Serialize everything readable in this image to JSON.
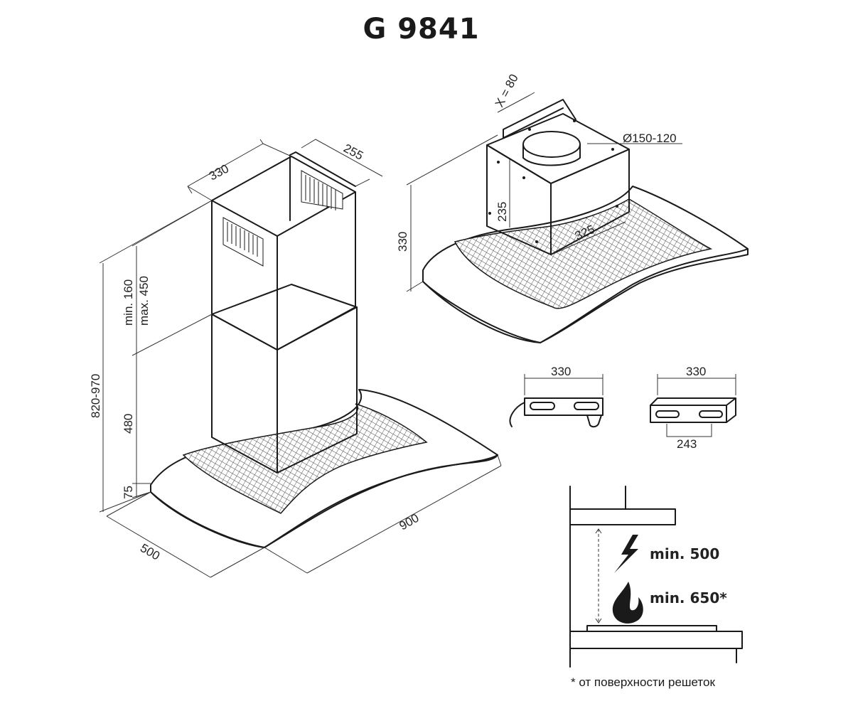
{
  "title": "G 9841",
  "footnote": "* от поверхности решеток",
  "main_view": {
    "duct_width": "330",
    "duct_depth": "255",
    "telescope_range": "min. 160",
    "telescope_max": "max. 450",
    "total_height": "820-970",
    "lower_duct_height": "480",
    "canopy_height": "75",
    "depth": "500",
    "width": "900"
  },
  "motor_view": {
    "offset": "X = 80",
    "outlet_diameter": "Ø150-120",
    "motor_height": "235",
    "total_height": "330",
    "motor_width": "325"
  },
  "brackets": {
    "left_width": "330",
    "right_width": "330",
    "hole_spacing": "243"
  },
  "clearance": {
    "electric_min": "min. 500",
    "gas_min": "min. 650*",
    "electric_icon": "lightning-icon",
    "gas_icon": "flame-icon"
  }
}
